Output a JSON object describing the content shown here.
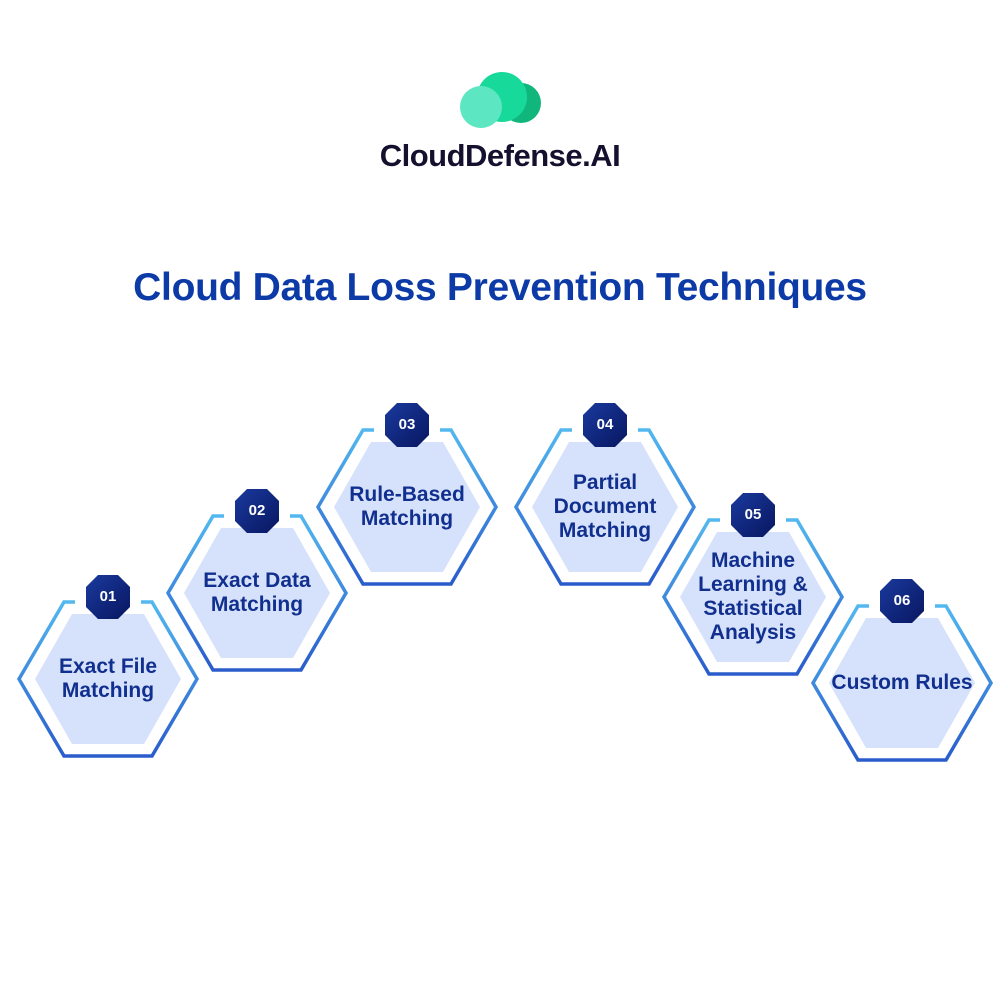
{
  "brand": {
    "name": "CloudDefense.AI",
    "logo_colors": [
      "#5de6c2",
      "#17d99a",
      "#10b67c"
    ]
  },
  "title": "Cloud Data Loss Prevention Techniques",
  "colors": {
    "title": "#0c3aa6",
    "hex_fill": "#d6e2fb",
    "badge": "#0c1f7a",
    "outline_top": "#4fb3ec",
    "outline_bottom": "#2f62cf"
  },
  "techniques": [
    {
      "number": "01",
      "label": "Exact File Matching"
    },
    {
      "number": "02",
      "label": "Exact Data Matching"
    },
    {
      "number": "03",
      "label": "Rule-Based Matching"
    },
    {
      "number": "04",
      "label": "Partial Document Matching"
    },
    {
      "number": "05",
      "label": "Machine Learning & Statistical Analysis"
    },
    {
      "number": "06",
      "label": "Custom Rules"
    }
  ]
}
